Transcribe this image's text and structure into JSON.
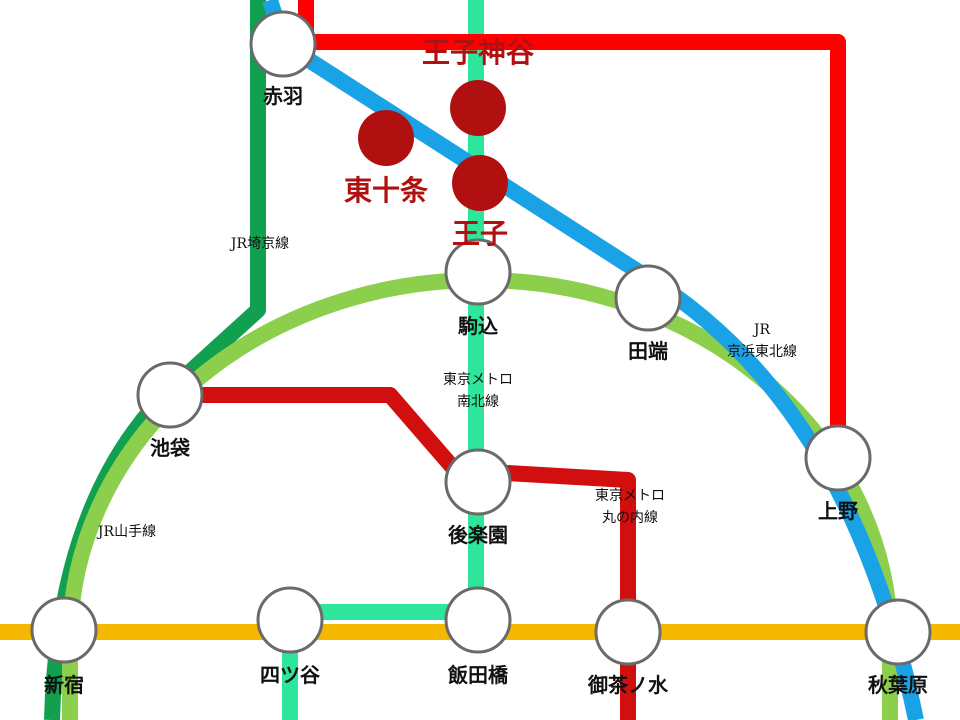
{
  "stations": {
    "akabane": "赤羽",
    "ikebukuro": "池袋",
    "komagome": "駒込",
    "tabata": "田端",
    "ueno": "上野",
    "korakuen": "後楽園",
    "shinjuku": "新宿",
    "yotsuya": "四ツ谷",
    "iidabashi": "飯田橋",
    "ochanomizu": "御茶ノ水",
    "akihabara": "秋葉原"
  },
  "highlighted_stations": {
    "oji_kamiya": "王子神谷",
    "higashi_jujo": "東十条",
    "oji": "王子"
  },
  "lines": {
    "saikyo": "JR埼京線",
    "keihin_l1": "JR",
    "keihin_l2": "京浜東北線",
    "yamanote": "JR山手線",
    "nanboku_l1": "東京メトロ",
    "nanboku_l2": "南北線",
    "marunouchi_l1": "東京メトロ",
    "marunouchi_l2": "丸の内線"
  },
  "colors": {
    "saikyo": "#10a050",
    "yamanote": "#8ccf4d",
    "keihin_tohoku": "#19a3e6",
    "namboku": "#2de69b",
    "marunouchi": "#d10f0f",
    "chuo_sobu": "#f5b800",
    "highlight": "#b01010"
  }
}
